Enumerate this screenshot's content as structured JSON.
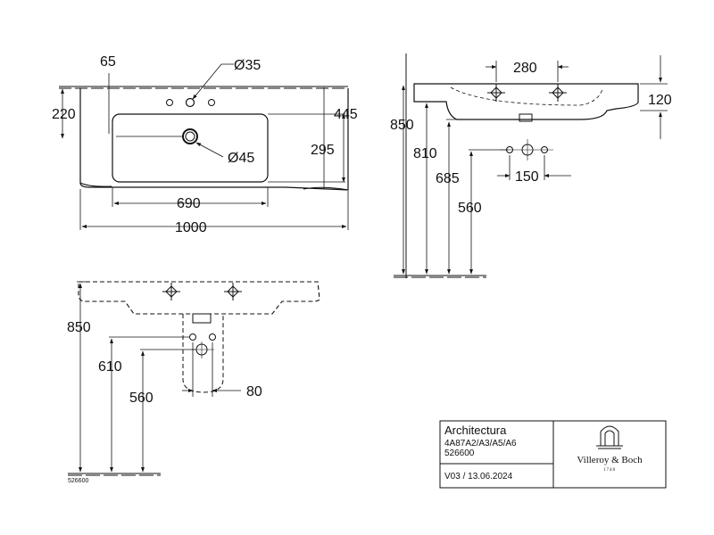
{
  "plan_view": {
    "dim_tap_offset": "65",
    "dim_tap_hole": "Ø35",
    "dim_back_to_bowl": "220",
    "dim_depth": "445",
    "dim_bowl_depth": "295",
    "dim_drain": "Ø45",
    "dim_bowl_width": "690",
    "dim_overall_width": "1000"
  },
  "side_view": {
    "dim_mount_holes": "280",
    "dim_thickness": "120",
    "dim_height": "850",
    "dim_rim_height": "810",
    "dim_685": "685",
    "dim_560": "560",
    "dim_150": "150"
  },
  "front_view": {
    "dim_height": "850",
    "dim_610": "610",
    "dim_560": "560",
    "dim_80": "80",
    "sheet_code": "526600"
  },
  "title_block": {
    "product": "Architectura",
    "codes": "4A87A2/A3/A5/A6",
    "article": "526600",
    "version": "V03 / 13.06.2024",
    "brand": "Villeroy & Boch",
    "brand_year": "1748"
  }
}
